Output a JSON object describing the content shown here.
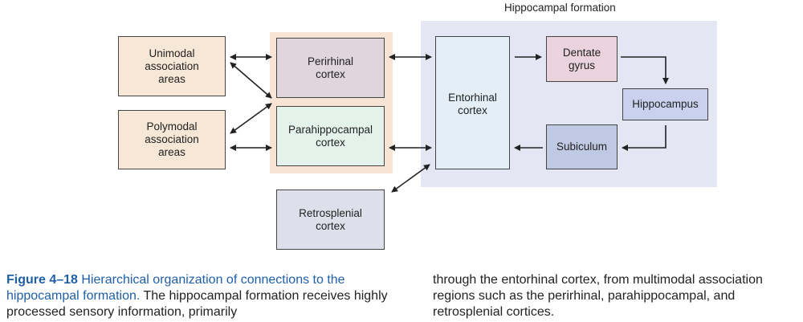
{
  "diagram": {
    "region_title": "Hippocampal formation",
    "nodes": {
      "unimodal": "Unimodal\nassociation\nareas",
      "polymodal": "Polymodal\nassociation\nareas",
      "perirhinal": "Perirhinal\ncortex",
      "parahippocampal": "Parahippocampal\ncortex",
      "retrosplenial": "Retrosplenial\ncortex",
      "entorhinal": "Entorhinal\ncortex",
      "dentate": "Dentate\ngyrus",
      "hippocampus": "Hippocampus",
      "subiculum": "Subiculum"
    },
    "colors": {
      "region_bg": "#e4e6f4",
      "para_bg": "#f7e4d4",
      "assoc_fill": "#f6e7d6",
      "perirhinal_fill": "#e0d5dc",
      "parahippocampal_fill": "#e3f3ec",
      "retrosplenial_fill": "#dde0ea",
      "entorhinal_fill": "#e3eef6",
      "dentate_fill": "#ead3dc",
      "hippocampus_fill": "#c9d1ee",
      "subiculum_fill": "#c0c9e4",
      "caption_blue": "#1f5fa8"
    }
  },
  "caption": {
    "label": "Figure 4–18",
    "title": "Hierarchical organization of connections to the hippocampal formation.",
    "body_left": "The hippocampal formation receives highly processed sensory information, primarily",
    "body_right": "through the entorhinal cortex, from multimodal association regions such as the perirhinal, parahippocampal, and retrosplenial cortices."
  }
}
